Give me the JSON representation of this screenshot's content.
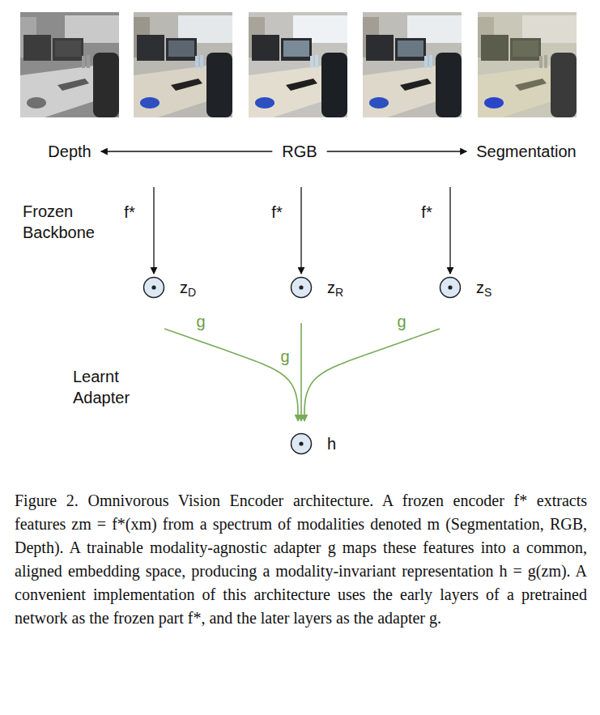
{
  "diagram": {
    "caption": "Figure 2. Omnivorous Vision Encoder architecture. A frozen encoder f* extracts features zm = f*(xm) from a spectrum of modalities denoted m (Segmentation, RGB, Depth). A trainable modality-agnostic adapter g maps these features into a common, aligned embedding space, producing a modality-invariant representation h = g(zm). A convenient implementation of this architecture uses the early layers of a pretrained network as the frozen part f*, and the later layers as the adapter g.",
    "nodes": [
      {
        "text": [
          "Depth"
        ]
      },
      {
        "text": [
          "RGB"
        ]
      },
      {
        "text": [
          "Segmentation"
        ]
      },
      {
        "text": [
          "zD"
        ]
      },
      {
        "text": [
          "zR"
        ]
      },
      {
        "text": [
          "zS"
        ]
      },
      {
        "text": [
          "h"
        ]
      }
    ],
    "edges": [
      {
        "from": 1,
        "to": 0,
        "arrow": "to"
      },
      {
        "from": 1,
        "to": 2,
        "arrow": "to"
      },
      {
        "from": 0,
        "to": 3,
        "label": "f*",
        "arrow": "to"
      },
      {
        "from": 1,
        "to": 4,
        "label": "f*",
        "arrow": "to"
      },
      {
        "from": 2,
        "to": 5,
        "label": "f*",
        "arrow": "to"
      },
      {
        "from": 3,
        "to": 6,
        "label": "g",
        "arrow": "to"
      },
      {
        "from": 4,
        "to": 6,
        "label": "g",
        "arrow": "to"
      },
      {
        "from": 5,
        "to": 6,
        "label": "g",
        "arrow": "to"
      }
    ],
    "labels": [
      "Frozen Backbone",
      "Learnt Adapter"
    ]
  }
}
